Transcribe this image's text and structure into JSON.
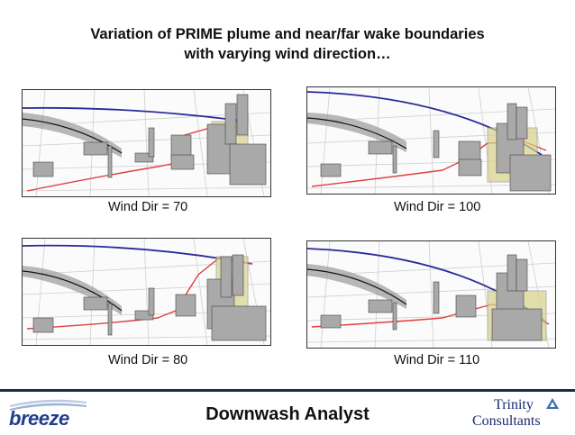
{
  "slide": {
    "title_line1": "Variation of PRIME plume and near/far wake boundaries",
    "title_line2": "with varying wind direction…"
  },
  "panels": [
    {
      "caption": "Wind Dir = 70"
    },
    {
      "caption": "Wind Dir = 100"
    },
    {
      "caption": "Wind Dir = 80"
    },
    {
      "caption": "Wind Dir = 110"
    }
  ],
  "footer": {
    "title": "Downwash Analyst",
    "left_logo": "breeze",
    "right_logo_line1": "Trinity",
    "right_logo_line2": "Consultants"
  },
  "colors": {
    "near_wake": "#e04040",
    "far_wake": "#2a2a9a",
    "plume": "#777777",
    "wake_box": "#d8d38a",
    "divider": "#1b2a4d"
  }
}
